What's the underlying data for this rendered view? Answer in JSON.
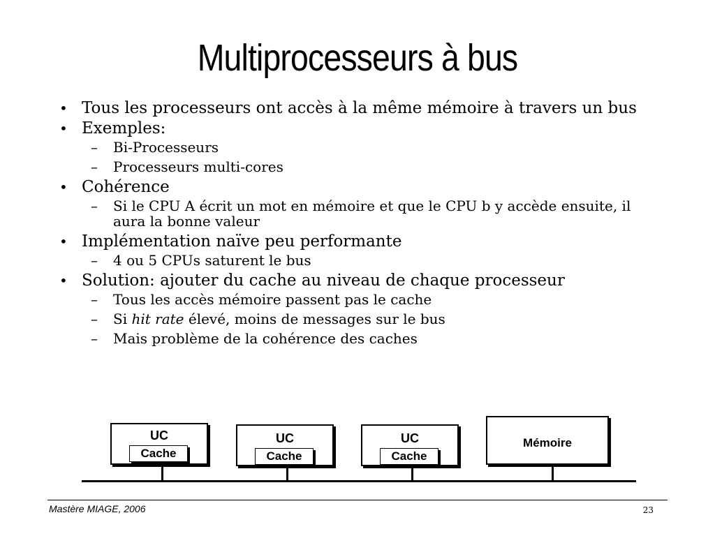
{
  "slide": {
    "title": "Multiprocesseurs à bus",
    "bullets": {
      "b1": "Tous les processeurs ont accès à la même mémoire à travers un bus",
      "b2": "Exemples:",
      "b2_1": "Bi-Processeurs",
      "b2_2": "Processeurs multi-cores",
      "b3": "Cohérence",
      "b3_1": "Si le CPU A écrit un mot en mémoire et que le CPU b y accède ensuite, il aura la bonne valeur",
      "b4": "Implémentation naïve peu performante",
      "b4_1": "4 ou 5 CPUs saturent le bus",
      "b5": "Solution: ajouter du cache au niveau de chaque processeur",
      "b5_1": "Tous les accès mémoire passent pas le cache",
      "b5_2_pre": "Si ",
      "b5_2_em": "hit rate",
      "b5_2_post": " élevé, moins de messages sur le bus",
      "b5_3": "Mais problème de la cohérence des caches"
    },
    "markers": {
      "bullet": "•",
      "dash": "–"
    }
  },
  "diagram": {
    "processor_label": "UC",
    "cache_label": "Cache",
    "memory_label": "Mémoire"
  },
  "footer": {
    "left": "Mastère MIAGE, 2006",
    "page_number": "23"
  }
}
